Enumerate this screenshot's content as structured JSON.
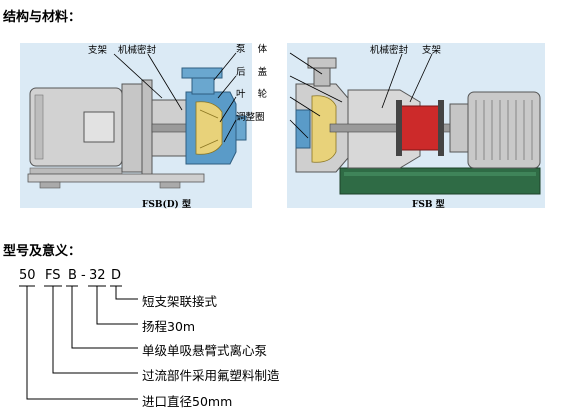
{
  "headings": {
    "structure": "结构与材料：",
    "model": "型号及意义："
  },
  "diagram": {
    "labels": {
      "bracket_left": "支架",
      "mech_seal_left": "机械密封",
      "pump_body": "泵    体",
      "rear_cover": "后    盖",
      "impeller": "叶    轮",
      "adjust_ring": "调整圈",
      "mech_seal_right": "机械密封",
      "bracket_right": "支架"
    },
    "captions": {
      "left": "FSB(D) 型",
      "right": "FSB 型"
    }
  },
  "model_code": {
    "parts": [
      "50",
      "FS",
      "B",
      "-",
      "32",
      "D"
    ],
    "meanings": [
      "短支架联接式",
      "扬程30m",
      "单级单吸悬臂式离心泵",
      "过流部件采用氟塑料制造",
      "进口直径50mm"
    ]
  },
  "colors": {
    "background_blue": "#dbeaf5",
    "pump_blue": "#5a9bc8",
    "impeller_yellow": "#e8d27a",
    "rotor_red": "#cc2a2a",
    "motor_gray": "#d2d2d2",
    "base_green": "#2f6b45"
  }
}
